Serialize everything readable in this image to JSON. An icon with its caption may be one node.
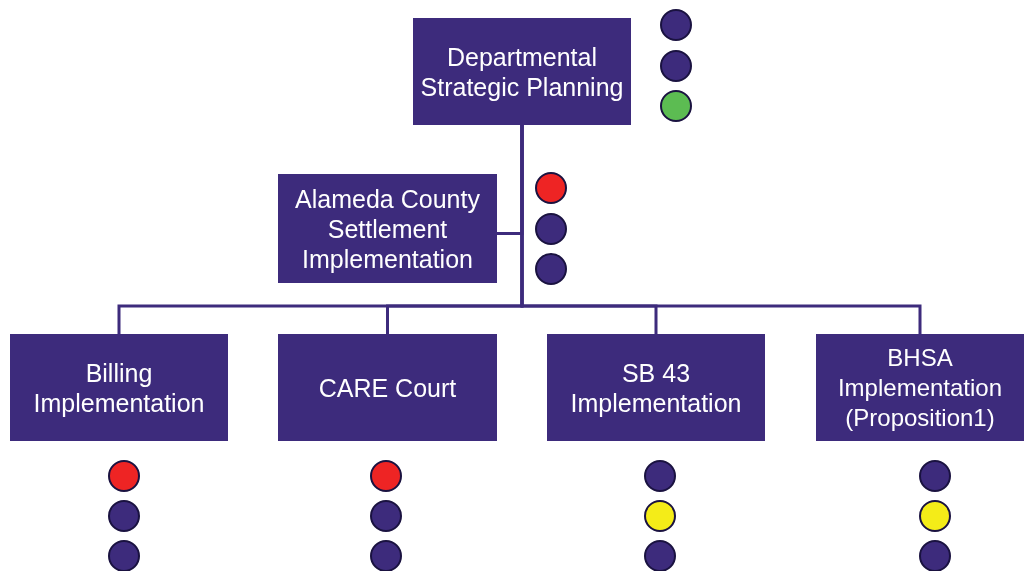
{
  "diagram": {
    "nodes": [
      {
        "text": [
          "Departmental Strategic Planning"
        ]
      },
      {
        "text": [],
        "shape": "circle"
      },
      {
        "text": [],
        "shape": "circle"
      },
      {
        "text": [],
        "shape": "circle"
      },
      {
        "text": [
          "Alameda County Settlement Implementation"
        ]
      },
      {
        "text": [],
        "shape": "circle"
      },
      {
        "text": [],
        "shape": "circle"
      },
      {
        "text": [],
        "shape": "circle"
      },
      {
        "text": [
          "Billing Implementation"
        ]
      },
      {
        "text": [
          "CARE Court"
        ]
      },
      {
        "text": [
          "SB 43 Implementation"
        ]
      },
      {
        "text": [
          "BHSA Implementation (Proposition1)"
        ]
      },
      {
        "text": [],
        "shape": "circle"
      },
      {
        "text": [],
        "shape": "circle"
      },
      {
        "text": [],
        "shape": "circle"
      },
      {
        "text": [],
        "shape": "circle"
      },
      {
        "text": [],
        "shape": "circle"
      },
      {
        "text": [],
        "shape": "circle"
      },
      {
        "text": [],
        "shape": "circle"
      },
      {
        "text": [],
        "shape": "circle"
      },
      {
        "text": [],
        "shape": "circle"
      },
      {
        "text": [],
        "shape": "circle"
      },
      {
        "text": [],
        "shape": "circle"
      },
      {
        "text": [],
        "shape": "circle"
      }
    ],
    "edges": [
      {
        "from": 0,
        "to": 4,
        "arrow": "none"
      },
      {
        "from": 0,
        "to": 8,
        "arrow": "none"
      },
      {
        "from": 0,
        "to": 9,
        "arrow": "none"
      },
      {
        "from": 0,
        "to": 10,
        "arrow": "none"
      },
      {
        "from": 0,
        "to": 11,
        "arrow": "none"
      }
    ]
  }
}
